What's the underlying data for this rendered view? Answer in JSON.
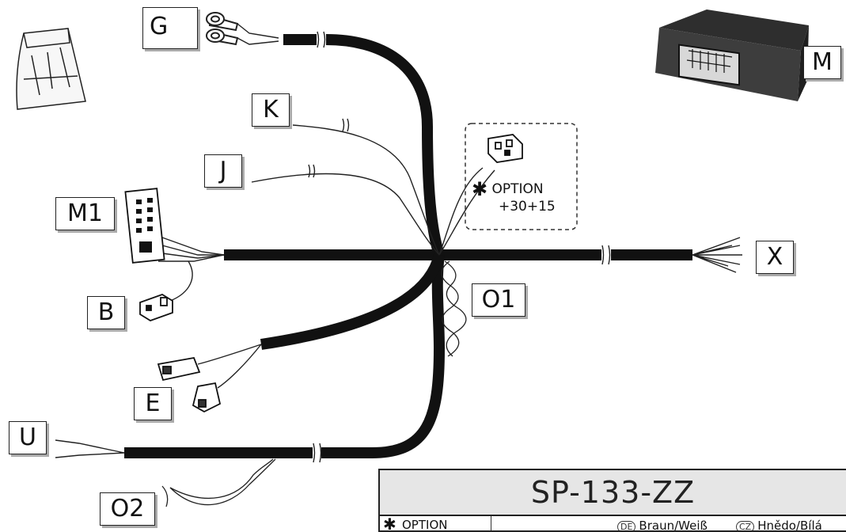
{
  "labels": {
    "G": "G",
    "K": "K",
    "J": "J",
    "M1": "M1",
    "B": "B",
    "E": "E",
    "U": "U",
    "O2": "O2",
    "O1": "O1",
    "X": "X",
    "M": "M"
  },
  "option": {
    "star": "✱",
    "text": "OPTION",
    "voltage": "+30+15"
  },
  "title": "SP-133-ZZ",
  "legend": {
    "star": "✱",
    "option": "OPTION",
    "de_code": "DE",
    "de_text": "Braun/Weiß",
    "cz_code": "CZ",
    "cz_text": "Hnědo/Bílá"
  },
  "colors": {
    "harness": "#111111",
    "label_shadow": "#aaaaaa",
    "title_bg": "#e6e6e6",
    "module": "#3a3a3a"
  },
  "icons": [
    "ground-symbol",
    "ring-terminal",
    "plastic-bag",
    "control-module"
  ]
}
